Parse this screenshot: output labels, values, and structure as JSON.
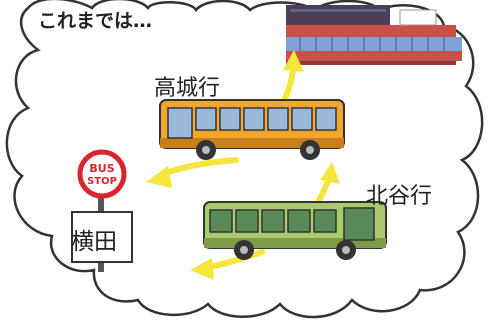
{
  "heading": "これまでは…",
  "routes": {
    "top_label": "高城行",
    "bottom_label": "北谷行"
  },
  "bus_stop": {
    "sign_line1": "BUS",
    "sign_line2": "STOP",
    "stop_name": "横田"
  },
  "colors": {
    "bubble_outline": "#333333",
    "orange_bus": "#f2a630",
    "green_bus": "#a9c96c",
    "arrow_yellow": "#f5e63c",
    "sign_red": "#d8262f",
    "building_roof": "#4a3f56",
    "building_body": "#c8524a",
    "building_glass": "#7fa2d6"
  }
}
